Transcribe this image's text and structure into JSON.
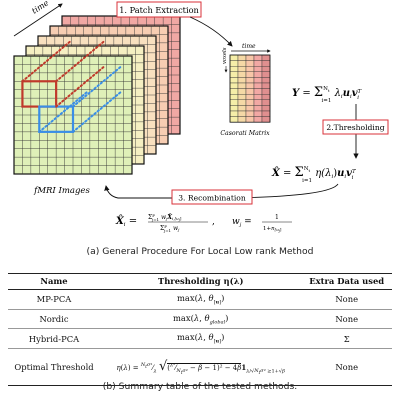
{
  "figure_a": {
    "time_label": "time",
    "step1_label": "1. Patch Extraction",
    "step2_label": "2.Thresholding",
    "step3_label": "3. Recombination",
    "fmri_label": "fMRI Images",
    "casorati_label": "Casorati Matrix",
    "casorati_time_label": "time",
    "casorati_voxel_label": "voxels",
    "eq_y": "Y = Σ_{i=1}^{N_t} λ_i u_i v_i^T",
    "eq_xhat": "X̂ = Σ_{i=1}^{N_t} η(λ_i) u_i v_i^T",
    "eq_recomb": "X̂_i = Σ w_j X̂_{i,j} / Σ w_j ,  w_j = 1/(1+n_{u_j})"
  },
  "caption_a": "(a) General Procedure For Local Low rank Method",
  "table": {
    "headers": [
      "Name",
      "Thresholding η(λ)",
      "Extra Data used"
    ],
    "rows": [
      {
        "name": "MP-PCA",
        "threshold": "max(λ, θ_{[u]})",
        "extra": "None"
      },
      {
        "name": "Nordic",
        "threshold": "max(λ, θ_global)",
        "extra": "None"
      },
      {
        "name": "Hybrid-PCA",
        "threshold": "max(λ, θ_{[u]})",
        "extra": "Σ"
      },
      {
        "name": "Optimal Threshold",
        "threshold": "η(λ) = (N_t σ²/λ) √((λ²/(N_t σ²) − β − 1)² − 4β) 1_{λ/√(N_t σ²) ≥ 1+√β}",
        "extra": "None"
      }
    ]
  },
  "caption_b": "(b) Summary table of the tested methods.",
  "colors": {
    "step_box_border": "#d9323a",
    "frame_front": "#dff0b8",
    "frame_2": "#f5efc2",
    "frame_3": "#f8e0bf",
    "frame_4": "#f7cdb2",
    "frame_back": "#f1a8a4",
    "red_patch": "#c0392b",
    "blue_patch": "#3a8ee6",
    "casorati_cols": [
      "#f5eea8",
      "#f5d9a6",
      "#f8c6a8",
      "#f2a8a4",
      "#e08f8f"
    ]
  }
}
